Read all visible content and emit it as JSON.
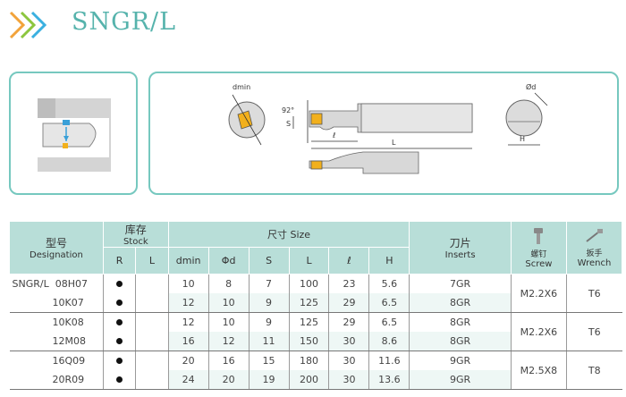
{
  "header": {
    "title": "SNGR/L"
  },
  "diagram": {
    "labels": {
      "dmin": "dmin",
      "angle": "92°",
      "s": "S",
      "l": "ℓ",
      "L": "L",
      "od": "Ød",
      "h": "H"
    }
  },
  "table": {
    "headers": {
      "model_cn": "型号",
      "model_en": "Designation",
      "stock_cn": "库存",
      "stock_en": "Stock",
      "size": "尺寸 Size",
      "inserts_cn": "刀片",
      "inserts_en": "Inserts",
      "screw_cn": "螺钉",
      "screw_en": "Screw",
      "wrench_cn": "扳手",
      "wrench_en": "Wrench",
      "r": "R",
      "l_stock": "L",
      "dmin": "dmin",
      "od": "Φd",
      "s": "S",
      "L": "L",
      "l": "ℓ",
      "h": "H"
    },
    "rows": [
      {
        "prefix": "SNGR/L",
        "code": "08H07",
        "dmin": "10",
        "d": "8",
        "s": "7",
        "L": "100",
        "l": "23",
        "h": "5.6",
        "insert": "7GR"
      },
      {
        "prefix": "",
        "code": "10K07",
        "dmin": "12",
        "d": "10",
        "s": "9",
        "L": "125",
        "l": "29",
        "h": "6.5",
        "insert": "8GR"
      },
      {
        "prefix": "",
        "code": "10K08",
        "dmin": "12",
        "d": "10",
        "s": "9",
        "L": "125",
        "l": "29",
        "h": "6.5",
        "insert": "8GR"
      },
      {
        "prefix": "",
        "code": "12M08",
        "dmin": "16",
        "d": "12",
        "s": "11",
        "L": "150",
        "l": "30",
        "h": "8.6",
        "insert": "8GR"
      },
      {
        "prefix": "",
        "code": "16Q09",
        "dmin": "20",
        "d": "16",
        "s": "15",
        "L": "180",
        "l": "30",
        "h": "11.6",
        "insert": "9GR"
      },
      {
        "prefix": "",
        "code": "20R09",
        "dmin": "24",
        "d": "20",
        "s": "19",
        "L": "200",
        "l": "30",
        "h": "13.6",
        "insert": "9GR"
      }
    ],
    "groups": [
      {
        "screw": "M2.2X6",
        "wrench": "T6"
      },
      {
        "screw": "M2.2X6",
        "wrench": "T6"
      },
      {
        "screw": "M2.5X8",
        "wrench": "T8"
      }
    ]
  }
}
